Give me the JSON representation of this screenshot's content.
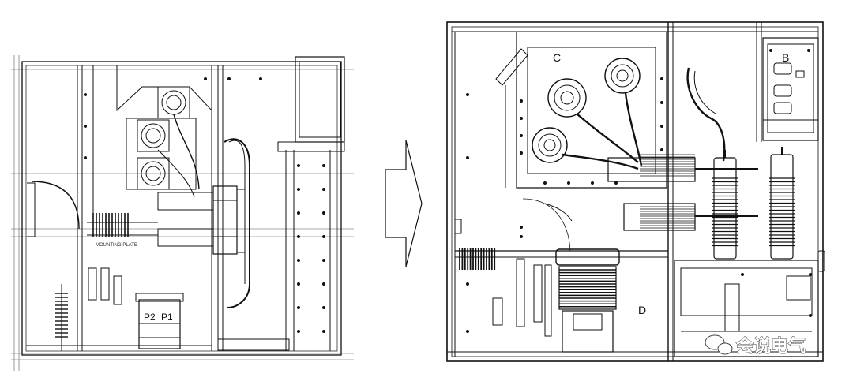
{
  "left_drawing": {
    "labels": {
      "p2": "P2",
      "p1": "P1",
      "plate_text": "MOUNTING PLATE"
    }
  },
  "right_drawing": {
    "labels": {
      "b": "B",
      "c": "C",
      "d": "D"
    }
  },
  "watermark": {
    "text": "会说电气"
  },
  "colors": {
    "line": "#111111",
    "background": "#ffffff"
  }
}
